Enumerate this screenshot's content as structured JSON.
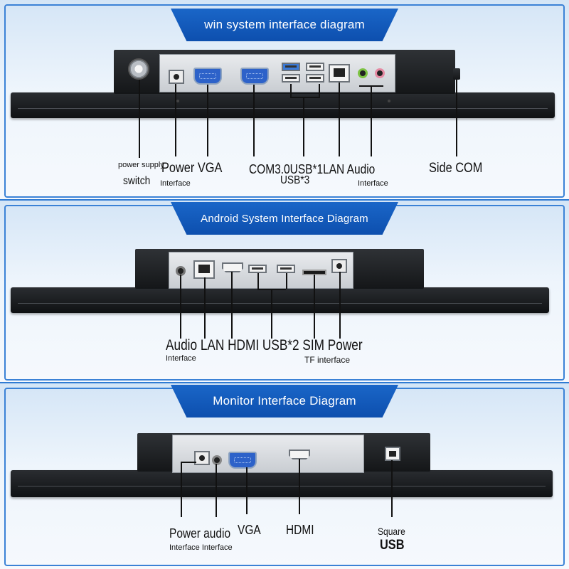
{
  "win_section": {
    "title": "win system interface diagram",
    "labels": {
      "power_supply": "power supply",
      "switch": "switch",
      "power_vga": "Power VGA",
      "interface_1": "Interface",
      "com_usb_lan_audio": "COM3.0USB*1LAN Audio",
      "usb3": "USB*3",
      "interface_2": "Interface",
      "side_com": "Side COM"
    }
  },
  "android_section": {
    "title": "Android System Interface Diagram",
    "labels": {
      "ports_row": "Audio LAN HDMI USB*2 SIM Power",
      "interface": "Interface",
      "tf_interface": "TF interface"
    }
  },
  "monitor_section": {
    "title": "Monitor Interface Diagram",
    "labels": {
      "power_audio": "Power audio",
      "interface_interface": "Interface Interface",
      "vga": "VGA",
      "hdmi": "HDMI",
      "square": "Square",
      "usb": "USB"
    }
  },
  "colors": {
    "banner": "#1a66c8",
    "frame": "#3b82d6",
    "device": "#1e2124"
  }
}
